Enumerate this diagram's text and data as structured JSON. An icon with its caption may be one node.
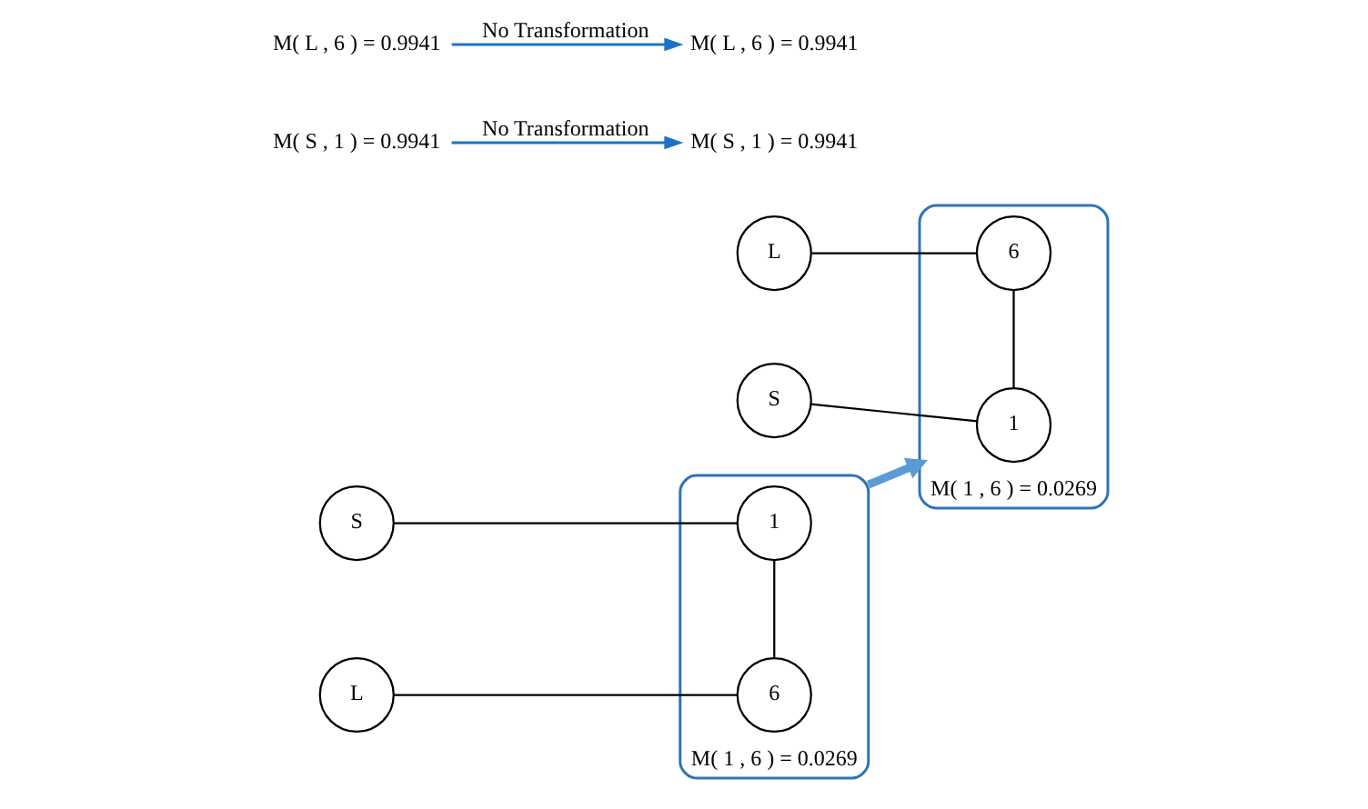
{
  "diagram": {
    "nodes": [
      {
        "text": [
          "M( S , 1 ) = 0.9941"
        ]
      },
      {
        "text": [
          "M( 1 , 6 ) = 0.0269"
        ]
      },
      {
        "text": [
          "S"
        ]
      },
      {
        "text": [
          "1"
        ],
        "in": 1
      },
      {
        "text": [
          "L"
        ]
      },
      {
        "text": [
          "6"
        ],
        "in": 1
      },
      {
        "text": [
          "M( L , 6 ) = 0.9941"
        ]
      },
      {
        "text": [
          "M( S , 1 ) = 0.9941"
        ]
      },
      {
        "text": [
          "M( 1 , 6 ) = 0.0269"
        ]
      },
      {
        "text": [
          "S"
        ]
      },
      {
        "text": [
          "1"
        ],
        "in": 8
      },
      {
        "text": [
          "L"
        ]
      },
      {
        "text": [
          "6"
        ],
        "in": 8
      },
      {
        "text": [
          "M( L , 6 ) = 0.9941"
        ]
      }
    ],
    "edges": [
      {
        "from": 2,
        "to": 3,
        "arrow": "none"
      },
      {
        "from": 4,
        "to": 5,
        "arrow": "none"
      },
      {
        "from": 3,
        "to": 5,
        "arrow": "none"
      },
      {
        "from": 9,
        "to": 10,
        "arrow": "none"
      },
      {
        "from": 11,
        "to": 12,
        "arrow": "none"
      },
      {
        "from": 10,
        "to": 12,
        "arrow": "none"
      },
      {
        "from": 1,
        "to": 8,
        "arrow": "to",
        "style": "thick",
        "color": "#5b9bd5"
      },
      {
        "from": 0,
        "to": 7,
        "arrow": "to",
        "label": "No Transformation",
        "color": "#1a73c7"
      },
      {
        "from": 6,
        "to": 13,
        "arrow": "to",
        "label": "No Transformation",
        "color": "#1a73c7"
      }
    ]
  }
}
